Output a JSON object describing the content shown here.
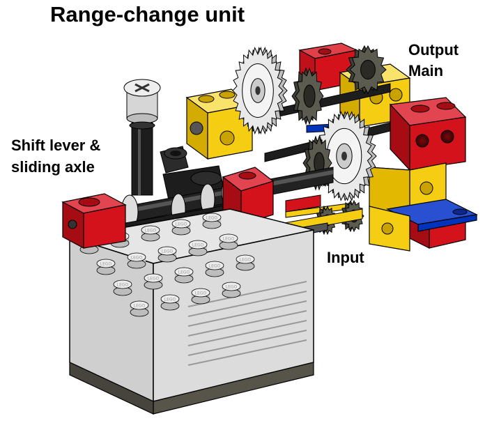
{
  "title": "Range-change unit",
  "labels": {
    "output": "Output",
    "main": "Main",
    "shift_line1": "Shift lever &",
    "shift_line2": "sliding axle",
    "input": "Input"
  },
  "brick_stud_text": "LEGO",
  "colors": {
    "red": "#d3121b",
    "yellow": "#f5cd13",
    "blue": "#0033bb",
    "black": "#1d1d1d",
    "light_gray": "#d6d6d6",
    "dark_gray": "#57544a",
    "gear_white": "#e9e9e9",
    "gear_dark": "#5c5b50"
  }
}
